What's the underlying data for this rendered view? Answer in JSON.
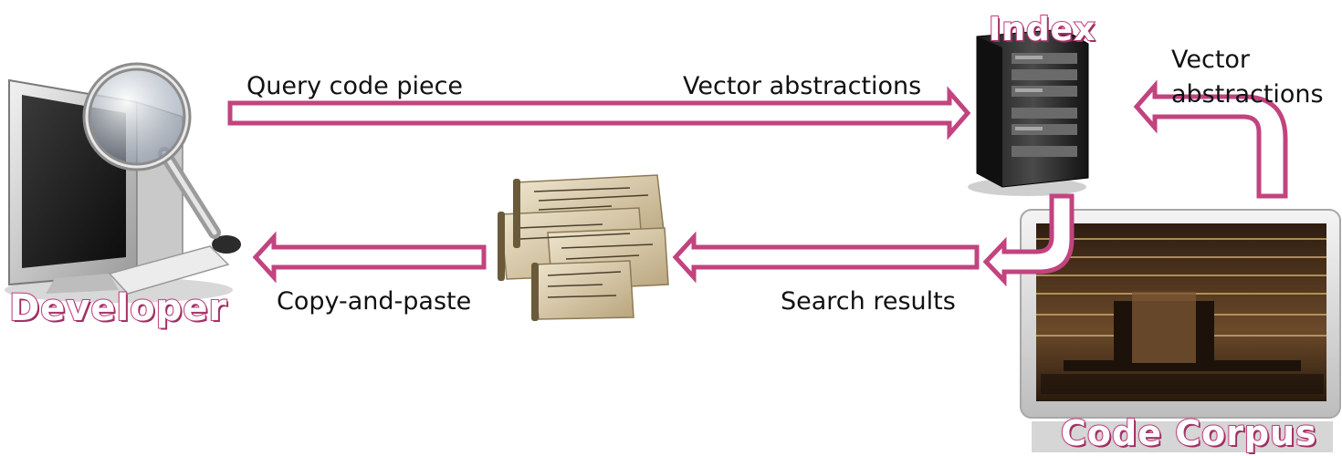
{
  "labels": {
    "developer": "Developer",
    "index": "Index",
    "code_corpus": "Code Corpus",
    "query_code_piece": "Query code piece",
    "vector_abstractions_top": "Vector abstractions",
    "vector_abstractions_right_line1": "Vector",
    "vector_abstractions_right_line2": "abstractions",
    "search_results": "Search results",
    "copy_and_paste": "Copy-and-paste"
  },
  "colors": {
    "arrow_stroke": "#c2437f",
    "arrow_fill": "#ffffff",
    "label_text": "#111111"
  },
  "icons": [
    "computer-magnifier-icon",
    "server-tower-icon",
    "code-scrolls-icon",
    "library-photo-icon"
  ]
}
